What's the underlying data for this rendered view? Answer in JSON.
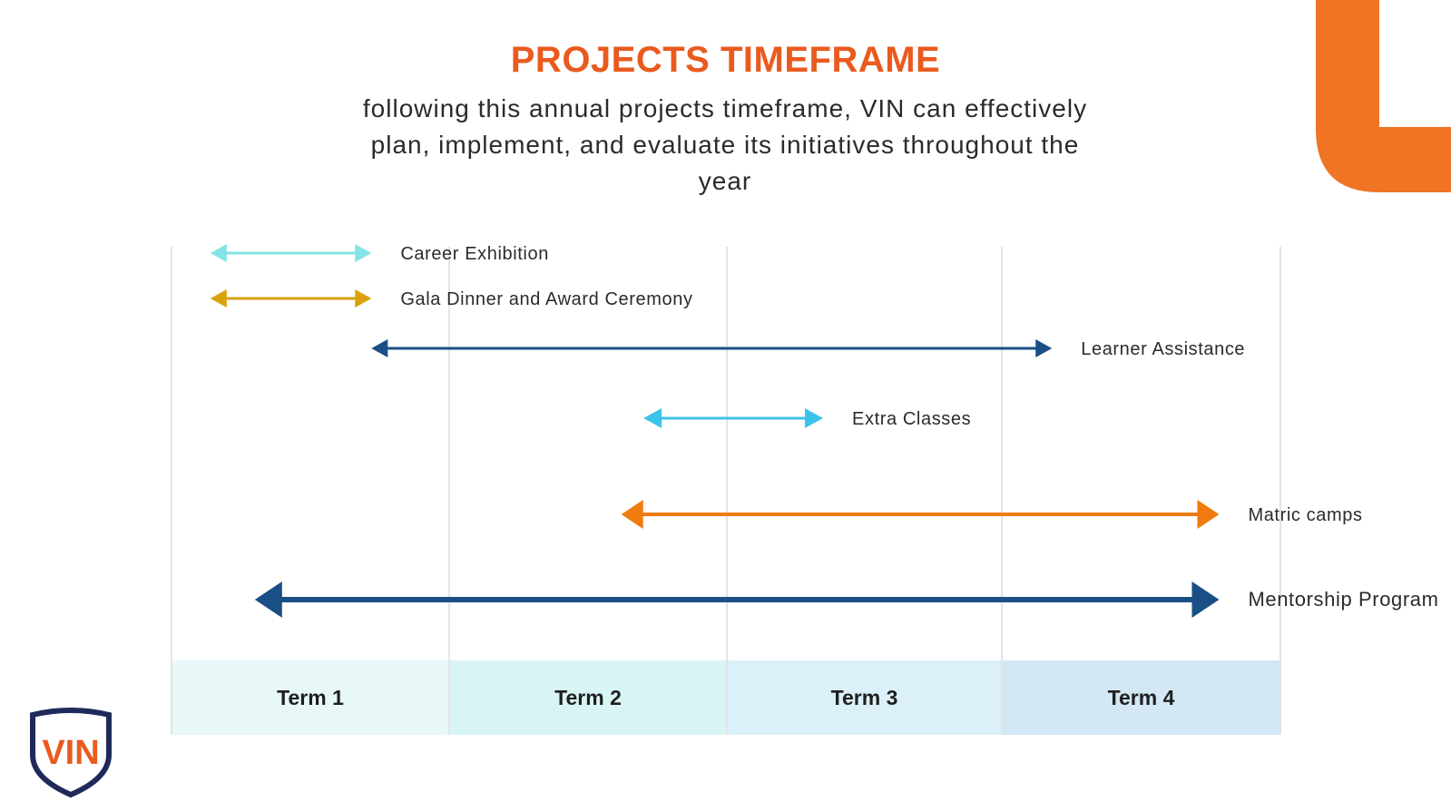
{
  "slide": {
    "title": "PROJECTS TIMEFRAME",
    "subtitle": "following this annual projects timeframe, VIN can effectively plan, implement, and evaluate its initiatives throughout the year",
    "accent_color": "#f07424",
    "title_color": "#ea5a1e"
  },
  "terms": [
    {
      "label": "Term 1",
      "color": "#e8f8f9"
    },
    {
      "label": "Term 2",
      "color": "#d9f4f5"
    },
    {
      "label": "Term 3",
      "color": "#dbf0f8"
    },
    {
      "label": "Term 4",
      "color": "#d3e7f4"
    }
  ],
  "projects": [
    {
      "label": "Career Exhibition",
      "start_term": 0.14,
      "end_term": 0.72,
      "color": "#86e3e5"
    },
    {
      "label": "Gala Dinner and Award Ceremony",
      "start_term": 0.14,
      "end_term": 0.72,
      "color": "#d9a20a"
    },
    {
      "label": "Learner Assistance",
      "start_term": 0.72,
      "end_term": 3.18,
      "color": "#1a4f85"
    },
    {
      "label": "Extra Classes",
      "start_term": 1.7,
      "end_term": 2.35,
      "color": "#3cc3ea"
    },
    {
      "label": "Matric camps",
      "start_term": 1.62,
      "end_term": 3.78,
      "color": "#f07c10"
    },
    {
      "label": "Mentorship Program",
      "start_term": 0.3,
      "end_term": 3.78,
      "color": "#1a4f85"
    }
  ],
  "logo": {
    "text": "VIN",
    "color": "#ea5a1e",
    "border_color": "#1f2a5a"
  }
}
